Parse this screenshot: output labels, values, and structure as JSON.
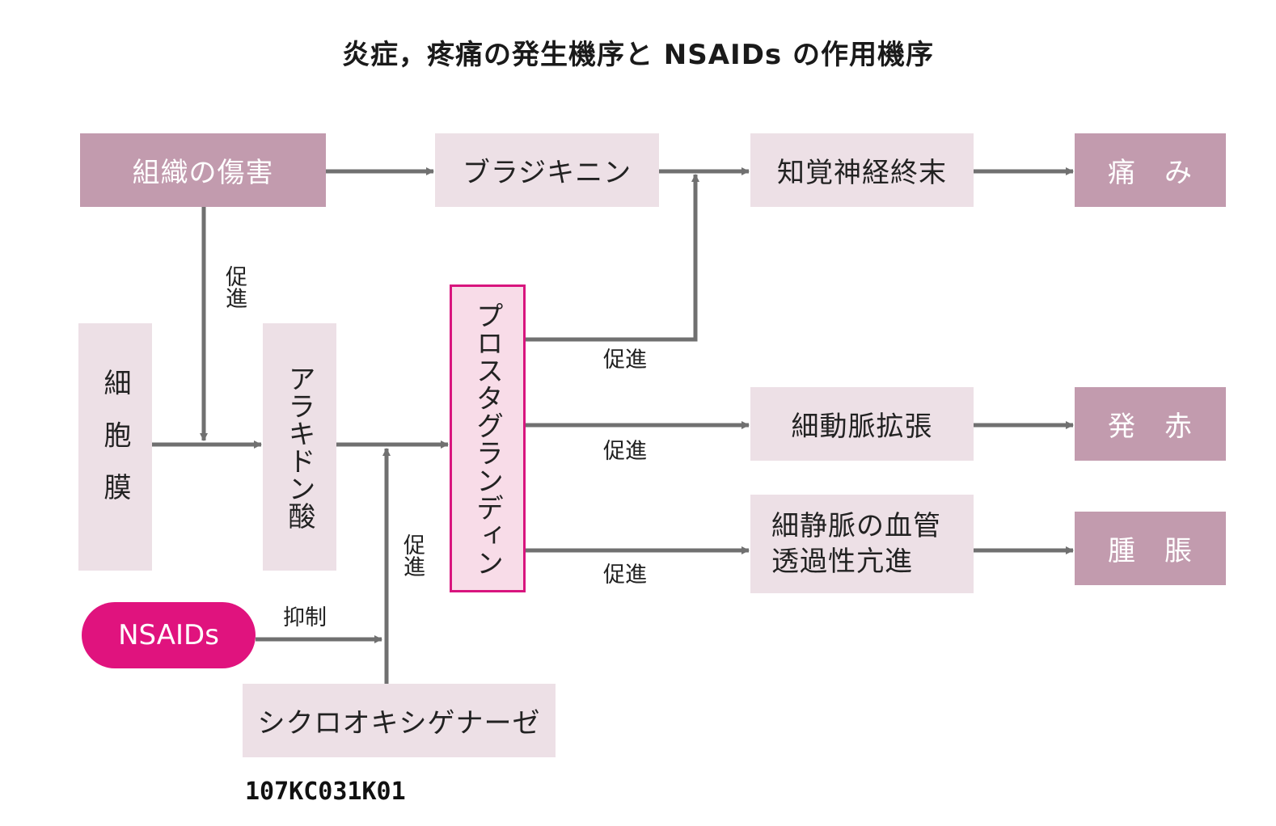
{
  "title": "炎症，疼痛の発生機序と NSAIDs の作用機序",
  "nodes": {
    "tissue_injury": "組織の傷害",
    "bradykinin": "ブラジキニン",
    "sensory_nerve": "知覚神経終末",
    "pain": "痛　み",
    "cell_membrane": "細胞膜",
    "arachidonic_acid": "アラキドン酸",
    "prostaglandin": "プロスタグランディン",
    "arteriole_dilation": "細動脈拡張",
    "redness": "発　赤",
    "permeability": "細静脈の血管透過性亢進",
    "swelling": "腫　脹",
    "nsaids": "NSAIDs",
    "cyclooxygenase": "シクロオキシゲナーゼ"
  },
  "edge_labels": {
    "promote_injury": "促進",
    "promote_pg_nerve": "促進",
    "promote_pg_arteriole": "促進",
    "promote_pg_permeability": "促進",
    "promote_cox": "促進",
    "inhibit": "抑制"
  },
  "figure_code": "107KC031K01",
  "colors": {
    "dark_box": "#c29bae",
    "light_box": "#ede0e6",
    "prostaglandin_fill": "#f8dce8",
    "accent": "#e0137e",
    "arrow": "#707070"
  }
}
